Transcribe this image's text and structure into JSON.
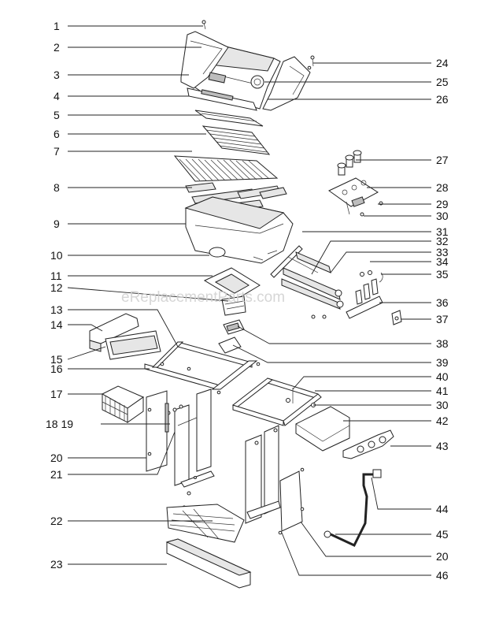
{
  "watermark": "eReplacementParts.com",
  "labels": {
    "l1": "1",
    "l2": "2",
    "l3": "3",
    "l4": "4",
    "l5": "5",
    "l6": "6",
    "l7": "7",
    "l8": "8",
    "l9": "9",
    "l10": "10",
    "l11": "11",
    "l12": "12",
    "l13": "13",
    "l14": "14",
    "l15": "15",
    "l16": "16",
    "l17": "17",
    "l1819": "18 19",
    "l20a": "20",
    "l21": "21",
    "l22": "22",
    "l23": "23",
    "l24": "24",
    "l25": "25",
    "l26": "26",
    "l27": "27",
    "l28": "28",
    "l29": "29",
    "l30a": "30",
    "l31": "31",
    "l32": "32",
    "l33": "33",
    "l34": "34",
    "l35": "35",
    "l36": "36",
    "l37": "37",
    "l38": "38",
    "l39": "39",
    "l40": "40",
    "l41": "41",
    "l30b": "30",
    "l42": "42",
    "l43": "43",
    "l44": "44",
    "l45": "45",
    "l20b": "20",
    "l46": "46"
  }
}
